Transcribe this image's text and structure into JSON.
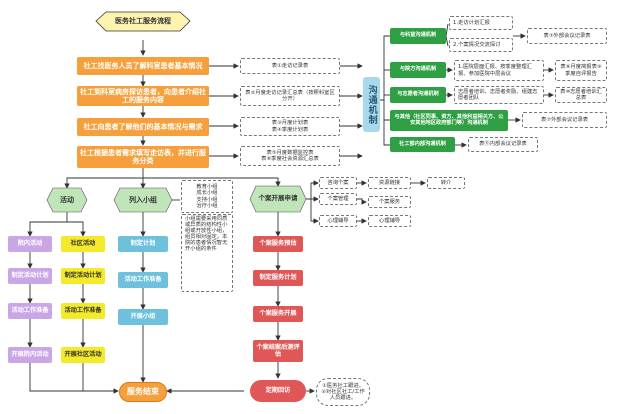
{
  "title": "医务社工服务流程",
  "steps": {
    "s1": "社工找医务人员了解科室患者基本情况",
    "s2": "社工到科室病房探访患者，向患者介绍社工的服务内容",
    "s3": "社工向患者了解他们的基本情况与需求",
    "s4": "社工根据患者需求填写走访表，并进行服务分类"
  },
  "step_notes": {
    "n1": "表①走访记录表",
    "n2": "表②月度走访记录汇总表（按照科室区分开）",
    "n3a": "表③月度计划表",
    "n3b": "表④季度计划表",
    "n4a": "表⑤月度数据监控表",
    "n4b": "表⑥季度社会资源汇总表"
  },
  "center_label": "沟通机制",
  "comm": {
    "c1": {
      "label": "与科室沟通机制",
      "notes": [
        "1.走访计划汇报",
        "2.个案情况交流探讨"
      ],
      "form": "表⑦外部会议记录表"
    },
    "c2": {
      "label": "与院方沟通机制",
      "note": "1.医院层面汇报、按季度整理汇报、参加医院中层会议",
      "form": "表⑧月度简报表⑨季度自评报告"
    },
    "c3": {
      "label": "与志愿者沟通机制",
      "note": "志愿者培训、志愿者奖励、组建志愿者团队",
      "form": "表⑩志愿者培训汇总表"
    },
    "c4": {
      "label": "与其他（社区同事、资方、其他利益相关方、公安其他地区政府部门等）沟通机制",
      "form": "表⑦外部会议记录表"
    },
    "c5": {
      "label": "社工部内部沟通机制",
      "form": "表⑪内部会议记录表"
    }
  },
  "branches": {
    "activity": "活动",
    "group": "列入小组",
    "casework": "个案开展申请"
  },
  "group_types": [
    "教育小组",
    "成长小组",
    "支持小组",
    "治疗小组"
  ],
  "group_note": "小组需要采用同质或异质的结构性小组或开放性小组，组员相对固定，本院的患者情况智无开小组的条件",
  "activity_col1": [
    "院内活动",
    "制定活动计划",
    "活动工作准备",
    "开展院内活动"
  ],
  "activity_col2": [
    "社区活动",
    "制定活动计划",
    "活动工作准备",
    "开展社区活动"
  ],
  "group_col": [
    "制定计划",
    "活动工作准备",
    "开展小组"
  ],
  "case_col": [
    "个案服务预估",
    "制定服务计划",
    "个案服务开展",
    "个案结案后测评估",
    "定期回访"
  ],
  "case_options": {
    "o1": "咨询个案",
    "o2": "个案管理",
    "o3": "心理辅导",
    "r1": "资源链接",
    "r2": "转介",
    "r3": "个案服务",
    "r4": "心理辅导"
  },
  "end_label": "服务结束",
  "followup_note": "①医务社工跟进，②对社区社工/工作人员跟进。",
  "colors": {
    "orange": "#f5a03c",
    "green": "#2ea043",
    "purple": "#c9a6e6",
    "yellow": "#f3ea2a",
    "blue": "#6fc0dc",
    "red": "#e05757",
    "hex_green": "#bfe5b8",
    "hex_yellow": "#fff3b0"
  }
}
